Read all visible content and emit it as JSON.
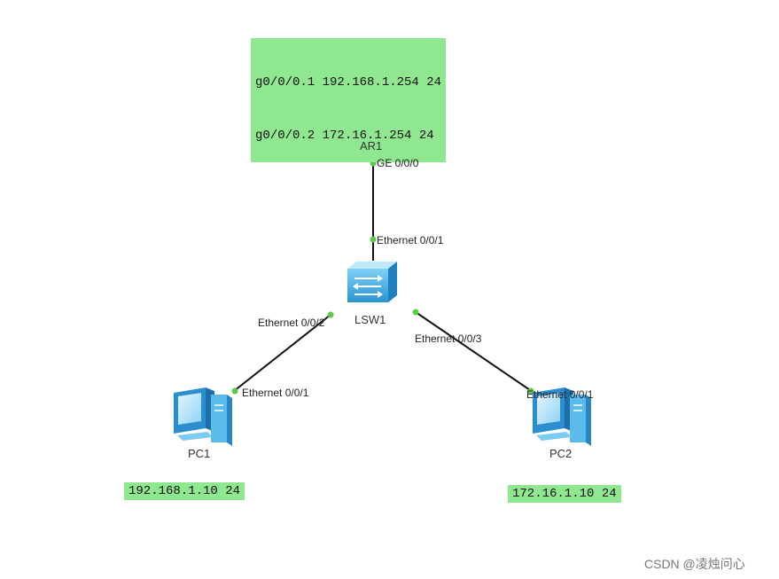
{
  "devices": {
    "router": {
      "name": "AR1"
    },
    "switch": {
      "name": "LSW1"
    },
    "pc1": {
      "name": "PC1"
    },
    "pc2": {
      "name": "PC2"
    }
  },
  "notes": {
    "router_lines": [
      "g0/0/0.1 192.168.1.254 24",
      "g0/0/0.2 172.16.1.254 24"
    ],
    "pc1": "192.168.1.10 24",
    "pc2": "172.16.1.10 24"
  },
  "ports": {
    "ar1_ge": "GE 0/0/0",
    "lsw1_e1": "Ethernet 0/0/1",
    "lsw1_e2": "Ethernet 0/0/2",
    "lsw1_e3": "Ethernet 0/0/3",
    "pc1_e1": "Ethernet 0/0/1",
    "pc2_e1": "Ethernet 0/0/1"
  },
  "colors": {
    "note_bg": "#8fe78f",
    "link": "#111111",
    "port_dot": "#5fc84a",
    "device_blue": "#3fa9e0"
  },
  "watermark": "CSDN @凌烛问心"
}
